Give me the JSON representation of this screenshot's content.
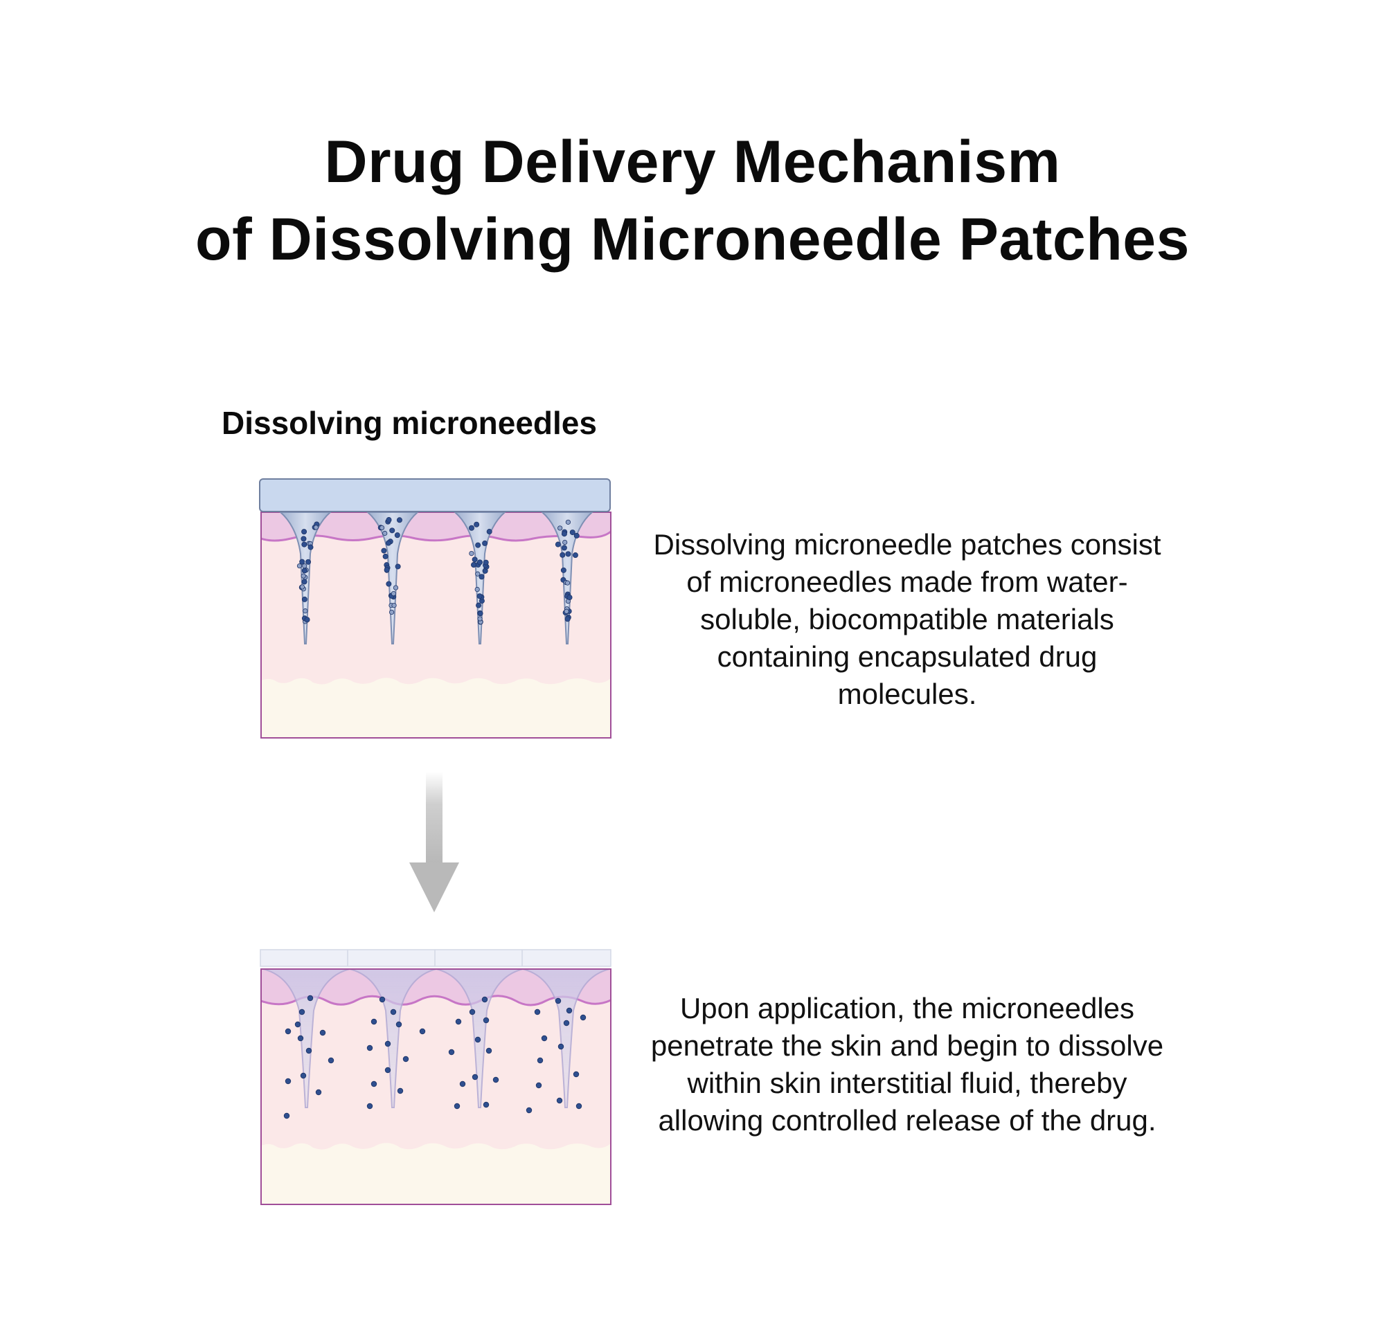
{
  "title": {
    "line1": "Drug Delivery Mechanism",
    "line2": "of Dissolving Microneedle Patches"
  },
  "section_heading": "Dissolving microneedles",
  "steps": [
    {
      "description": "Dissolving microneedle patches consist of microneedles made from water-soluble, biocompatible materials containing encapsulated drug molecules."
    },
    {
      "description": "Upon application, the microneedles penetrate the skin and begin to dissolve within skin interstitial fluid, thereby allowing controlled release of the drug."
    }
  ],
  "colors": {
    "patch_backing": "#c9d8ee",
    "needle": "#c7d0e2",
    "drug_particle": "#2f4f8f",
    "epidermis": "#ecc8e3",
    "dermis": "#fbe8e8",
    "hypodermis": "#fcf7ec",
    "skin_line": "#c776c6",
    "border": "#a04e98",
    "arrow": "#bdbdbd"
  }
}
